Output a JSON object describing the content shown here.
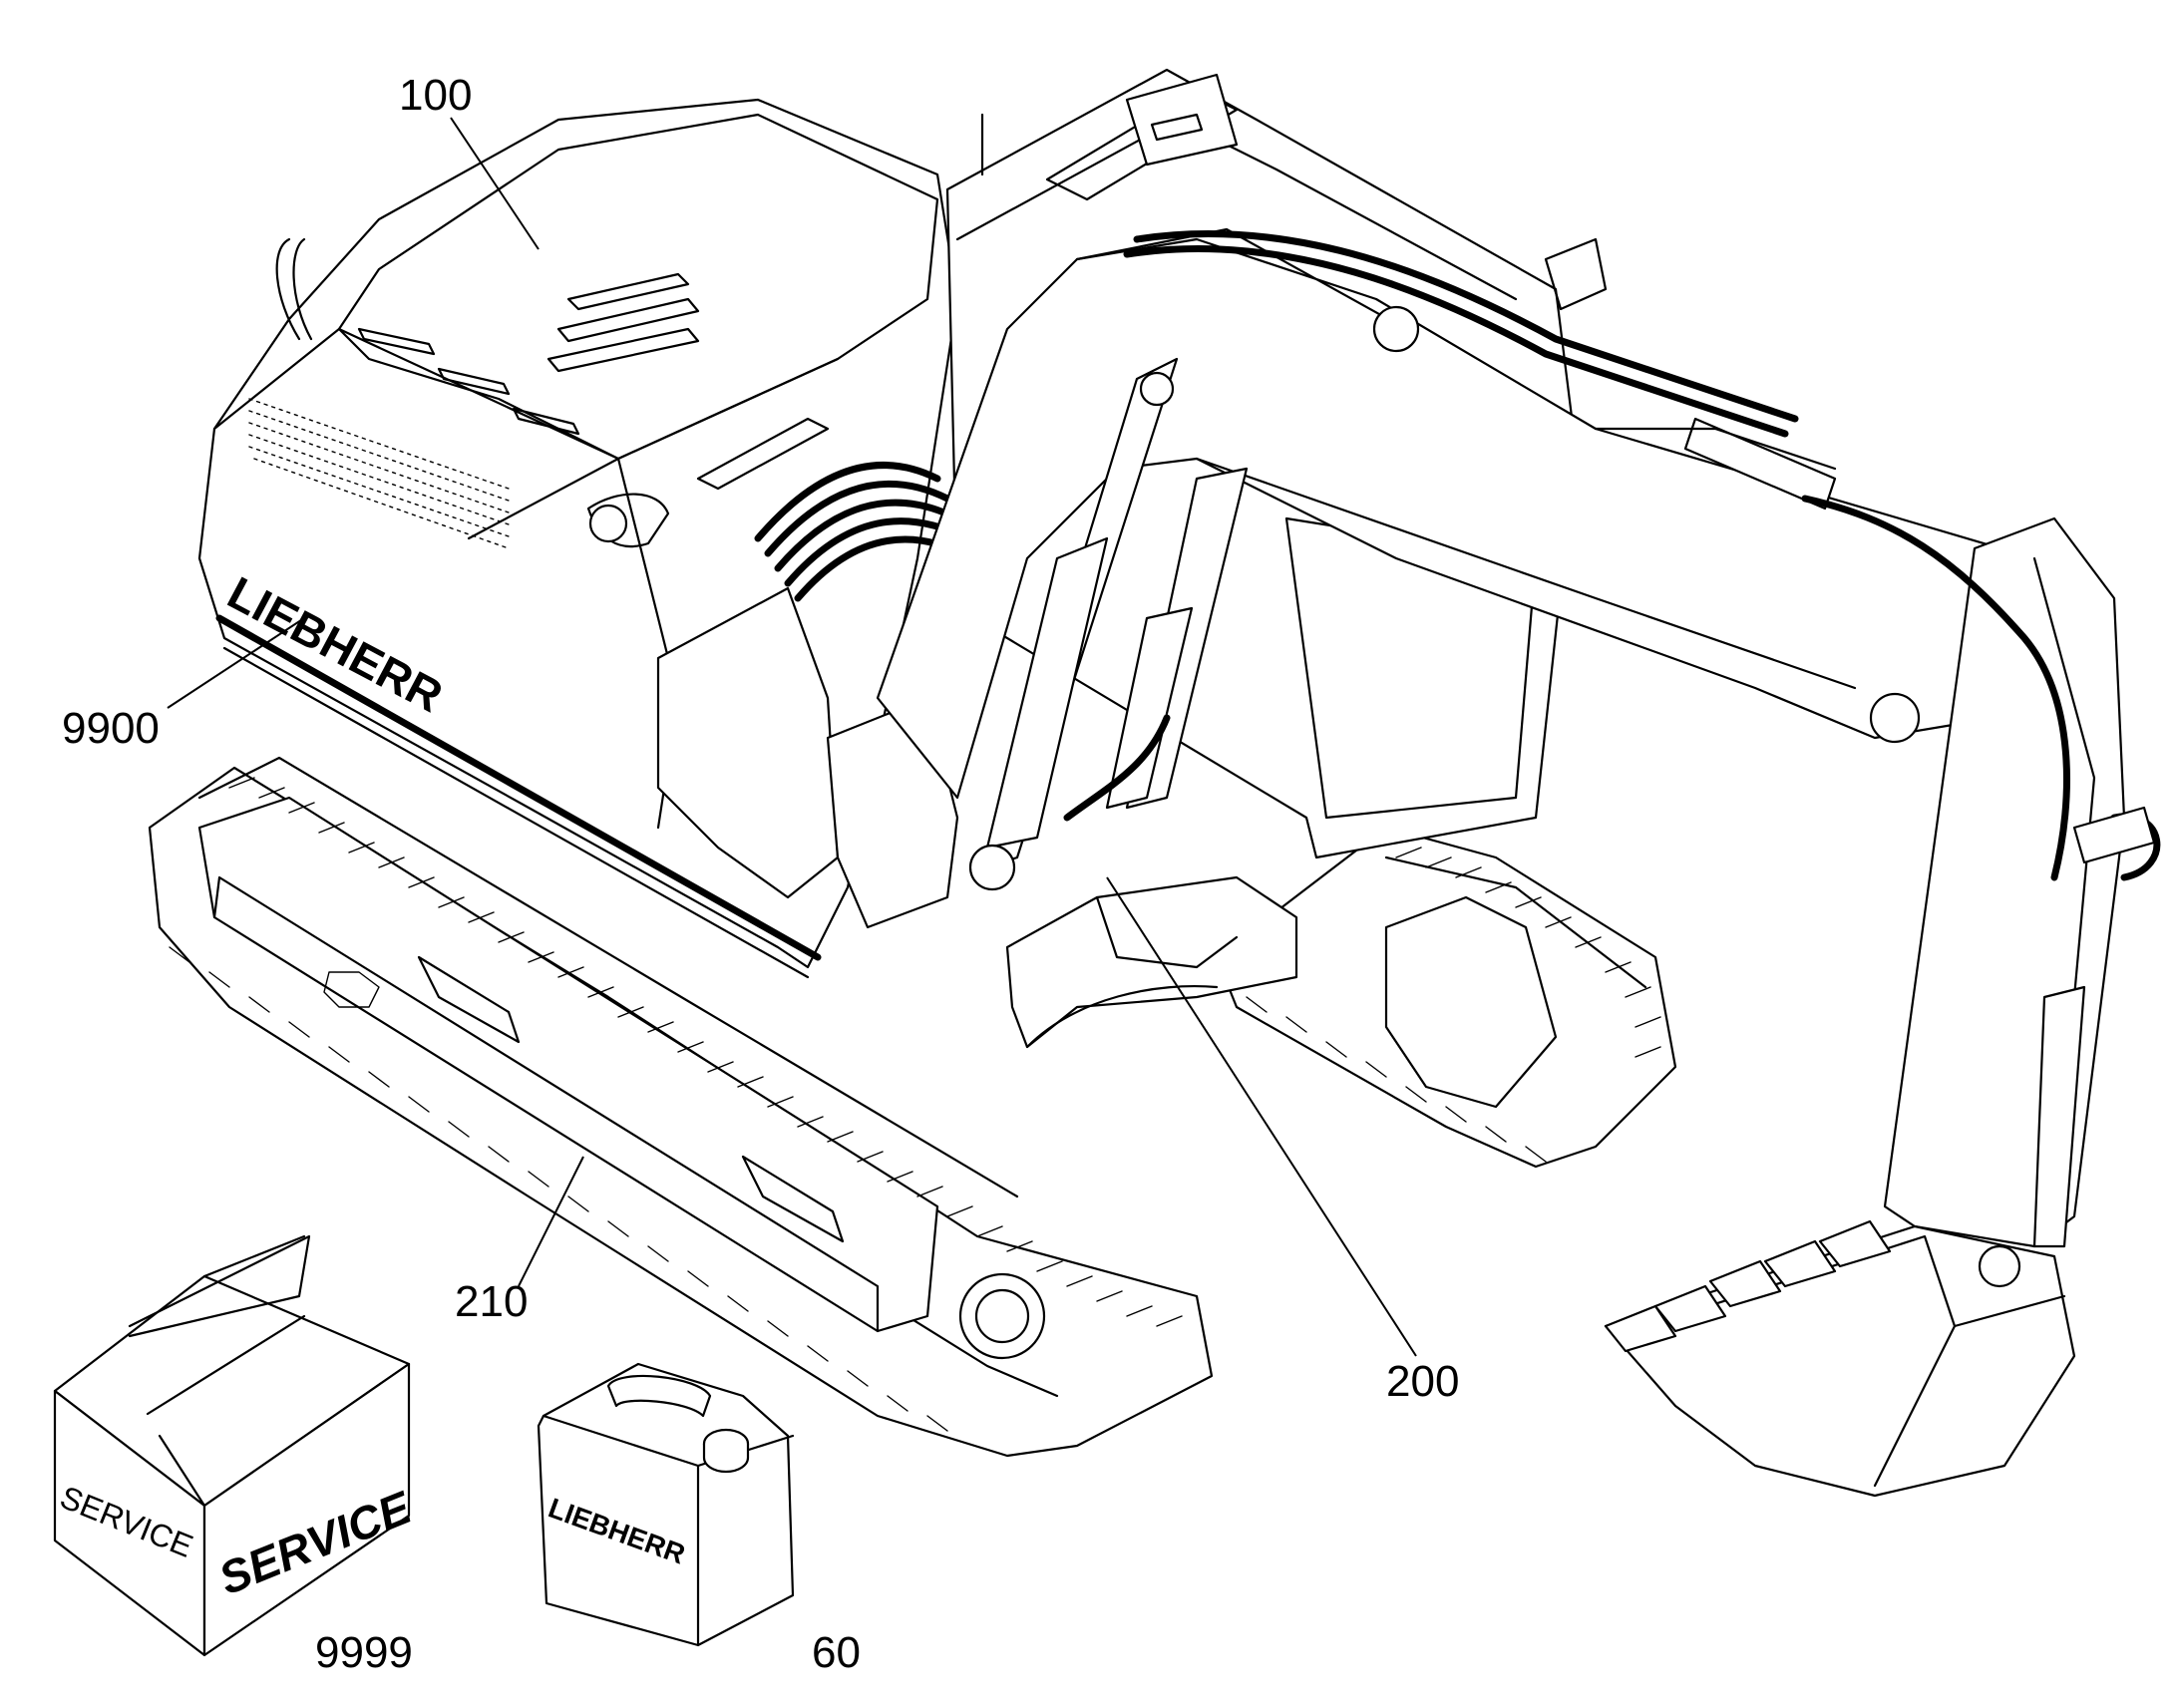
{
  "drawing": {
    "brand_text": "LIEBHERR",
    "box_label_side": "SERVICE",
    "box_label_front": "SERVICE",
    "canister_label": "LIEBHERR"
  },
  "callouts": [
    {
      "id": "100",
      "label": "100"
    },
    {
      "id": "9900",
      "label": "9900"
    },
    {
      "id": "210",
      "label": "210"
    },
    {
      "id": "200",
      "label": "200"
    },
    {
      "id": "9999",
      "label": "9999"
    },
    {
      "id": "60",
      "label": "60"
    }
  ]
}
